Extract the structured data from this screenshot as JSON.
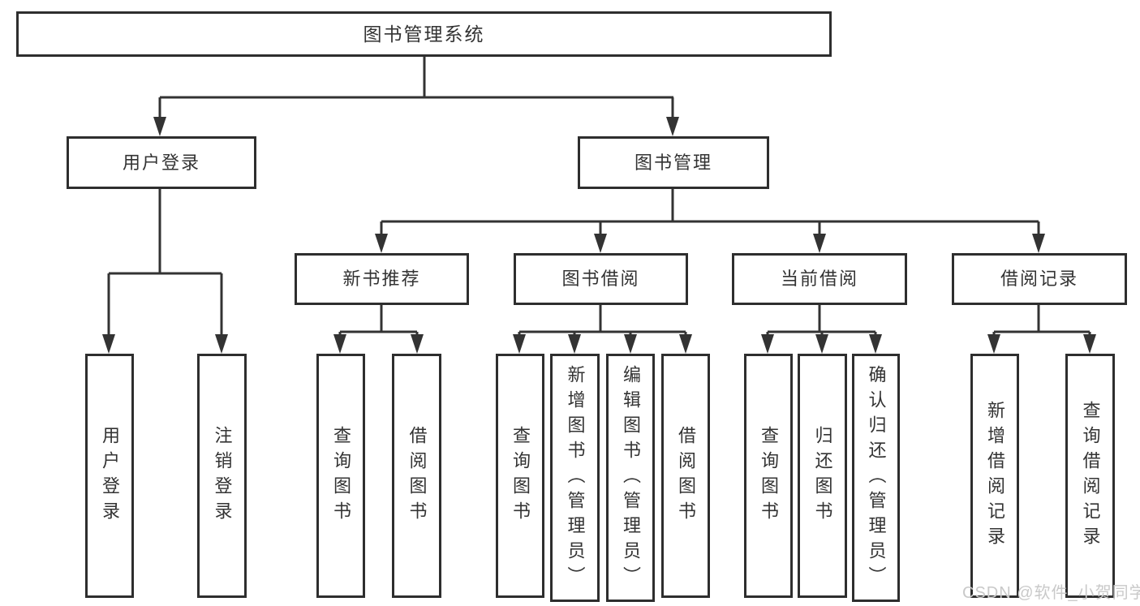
{
  "diagram": {
    "root": {
      "label": "图书管理系统",
      "children": [
        {
          "label": "用户登录",
          "children": [
            {
              "label": "用户登录"
            },
            {
              "label": "注销登录"
            }
          ]
        },
        {
          "label": "图书管理",
          "children": [
            {
              "label": "新书推荐",
              "children": [
                {
                  "label": "查询图书"
                },
                {
                  "label": "借阅图书"
                }
              ]
            },
            {
              "label": "图书借阅",
              "children": [
                {
                  "label": "查询图书"
                },
                {
                  "label": "新增图书（管理员）"
                },
                {
                  "label": "编辑图书（管理员）"
                },
                {
                  "label": "借阅图书"
                }
              ]
            },
            {
              "label": "当前借阅",
              "children": [
                {
                  "label": "查询图书"
                },
                {
                  "label": "归还图书"
                },
                {
                  "label": "确认归还（管理员）"
                }
              ]
            },
            {
              "label": "借阅记录",
              "children": [
                {
                  "label": "新增借阅记录"
                },
                {
                  "label": "查询借阅记录"
                }
              ]
            }
          ]
        }
      ]
    },
    "watermark": "CSDN @软件_小贺同学",
    "colors": {
      "line": "#333333",
      "box_border": "#2e2e2e",
      "text": "#333333",
      "watermark_text": "#c9c9c9",
      "background": "#ffffff"
    }
  }
}
